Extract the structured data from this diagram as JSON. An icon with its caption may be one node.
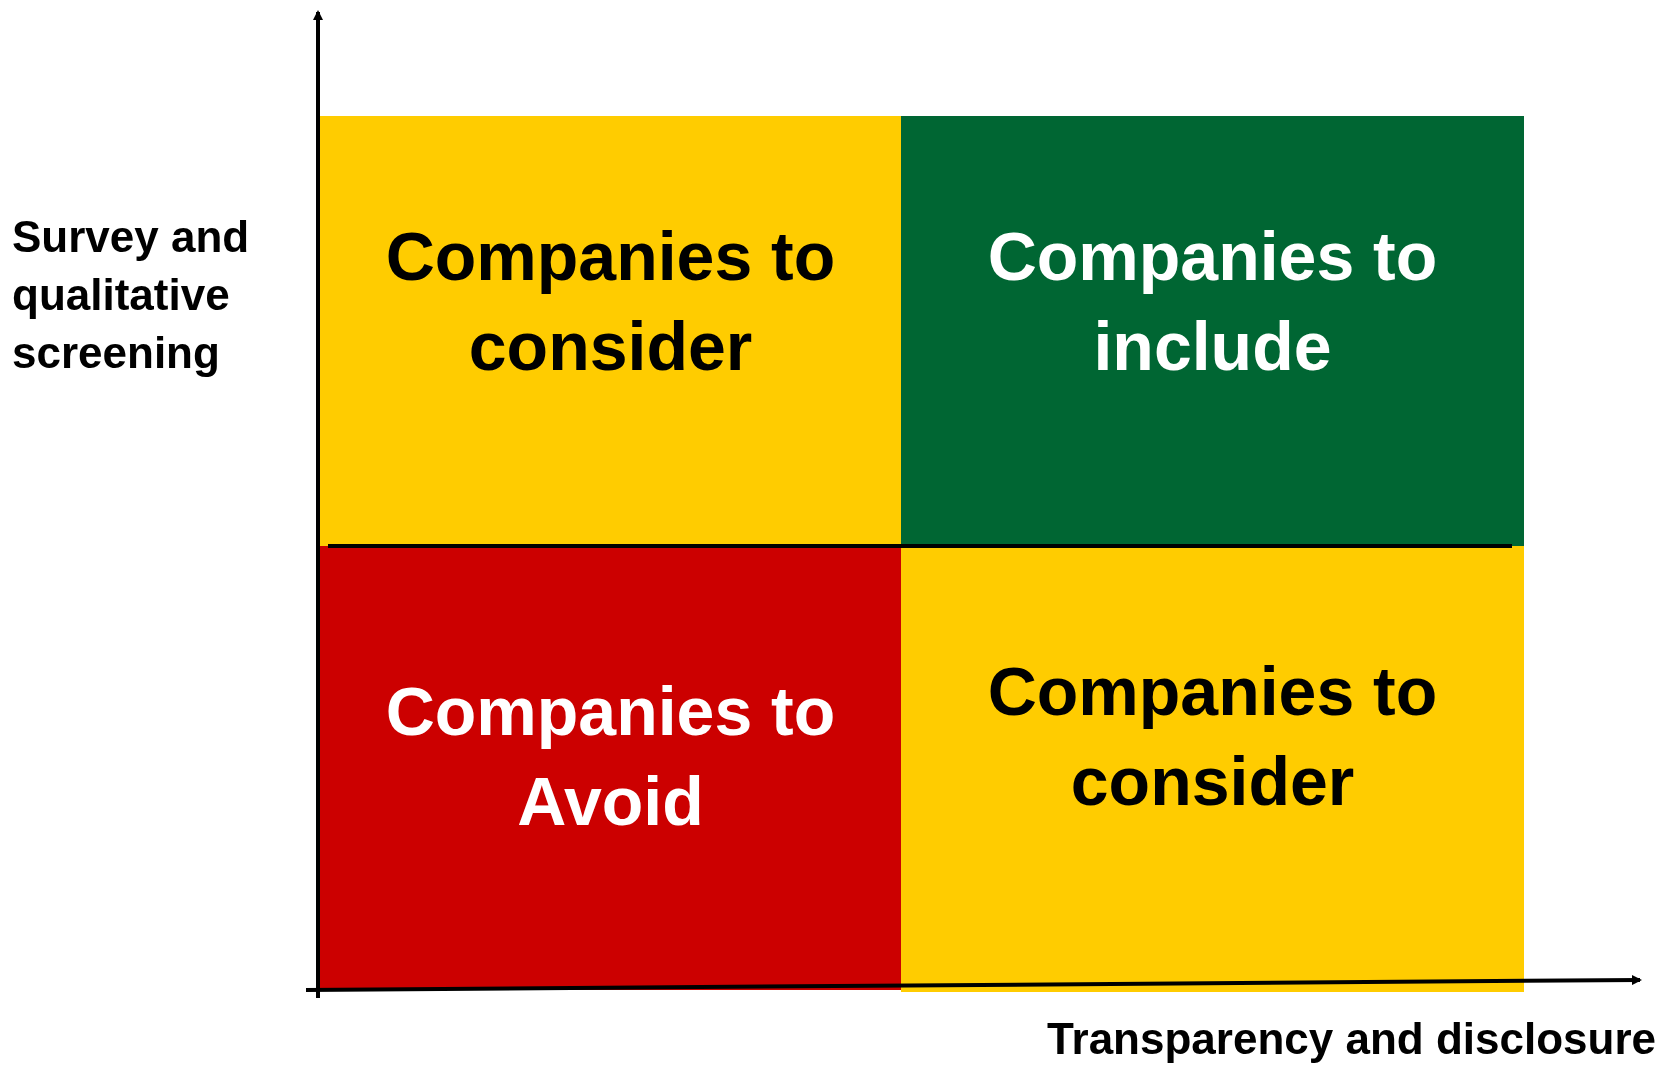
{
  "diagram": {
    "nodes": [
      {
        "text": [
          "Companies to consider"
        ]
      },
      {
        "text": [
          "Companies to include"
        ]
      },
      {
        "text": [
          "Companies to Avoid"
        ]
      },
      {
        "text": [
          "Companies to consider"
        ]
      }
    ],
    "labels": [
      "Survey and qualitative screening",
      "Transparency and disclosure"
    ]
  }
}
